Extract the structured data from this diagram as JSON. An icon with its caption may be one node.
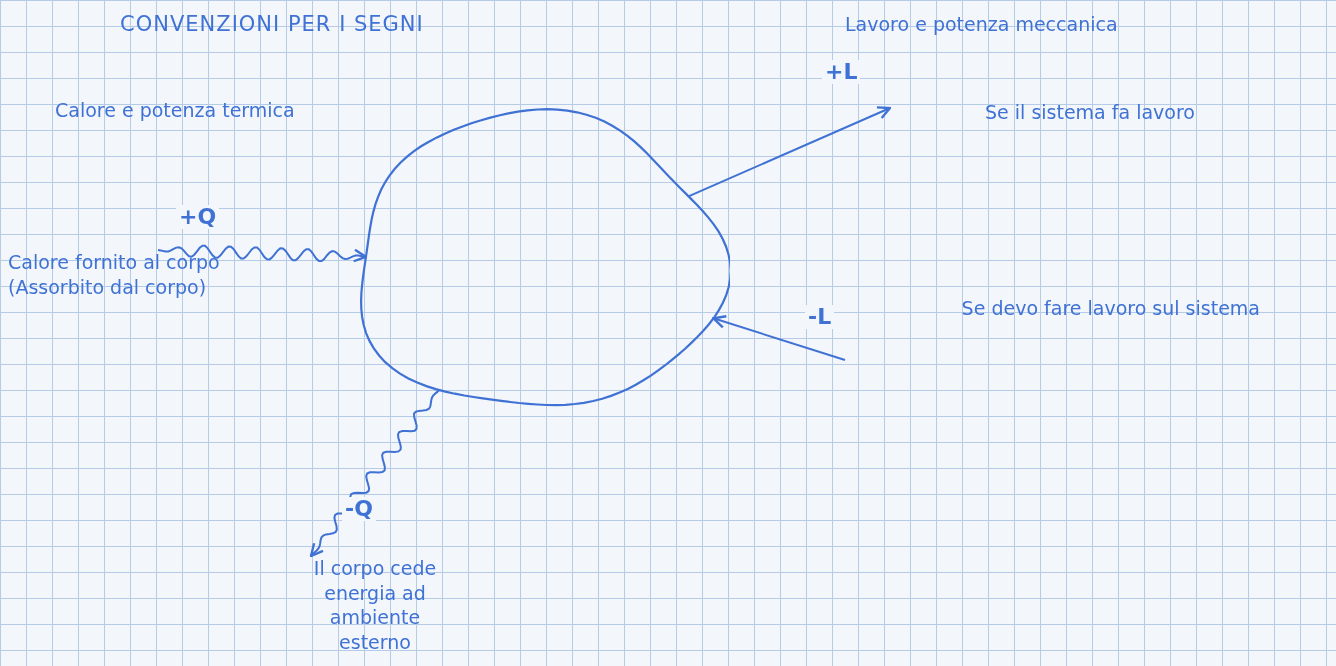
{
  "diagram": {
    "title": "CONVENZIONI PER I SEGNI",
    "nodes": [
      {
        "text": [],
        "shape": "cloud"
      },
      {
        "text": [
          "Calore fornito al corpo (Assorbito dal corpo)"
        ]
      },
      {
        "text": [
          "Il corpo cede energia ad ambiente esterno"
        ]
      }
    ],
    "edges": [
      {
        "from": 1,
        "to": 0,
        "arrow": "to",
        "label": "+Q"
      },
      {
        "from": 0,
        "to": null,
        "arrow": "to",
        "label": "+L"
      },
      {
        "from": null,
        "to": 0,
        "arrow": "to",
        "label": "-L"
      },
      {
        "from": 0,
        "to": 2,
        "arrow": "to",
        "label": "-Q"
      }
    ],
    "labels": [
      "Calore e potenza termica",
      "Lavoro e potenza meccanica",
      "Se il sistema fa lavoro",
      "Se devo fare lavoro sul sistema"
    ]
  }
}
